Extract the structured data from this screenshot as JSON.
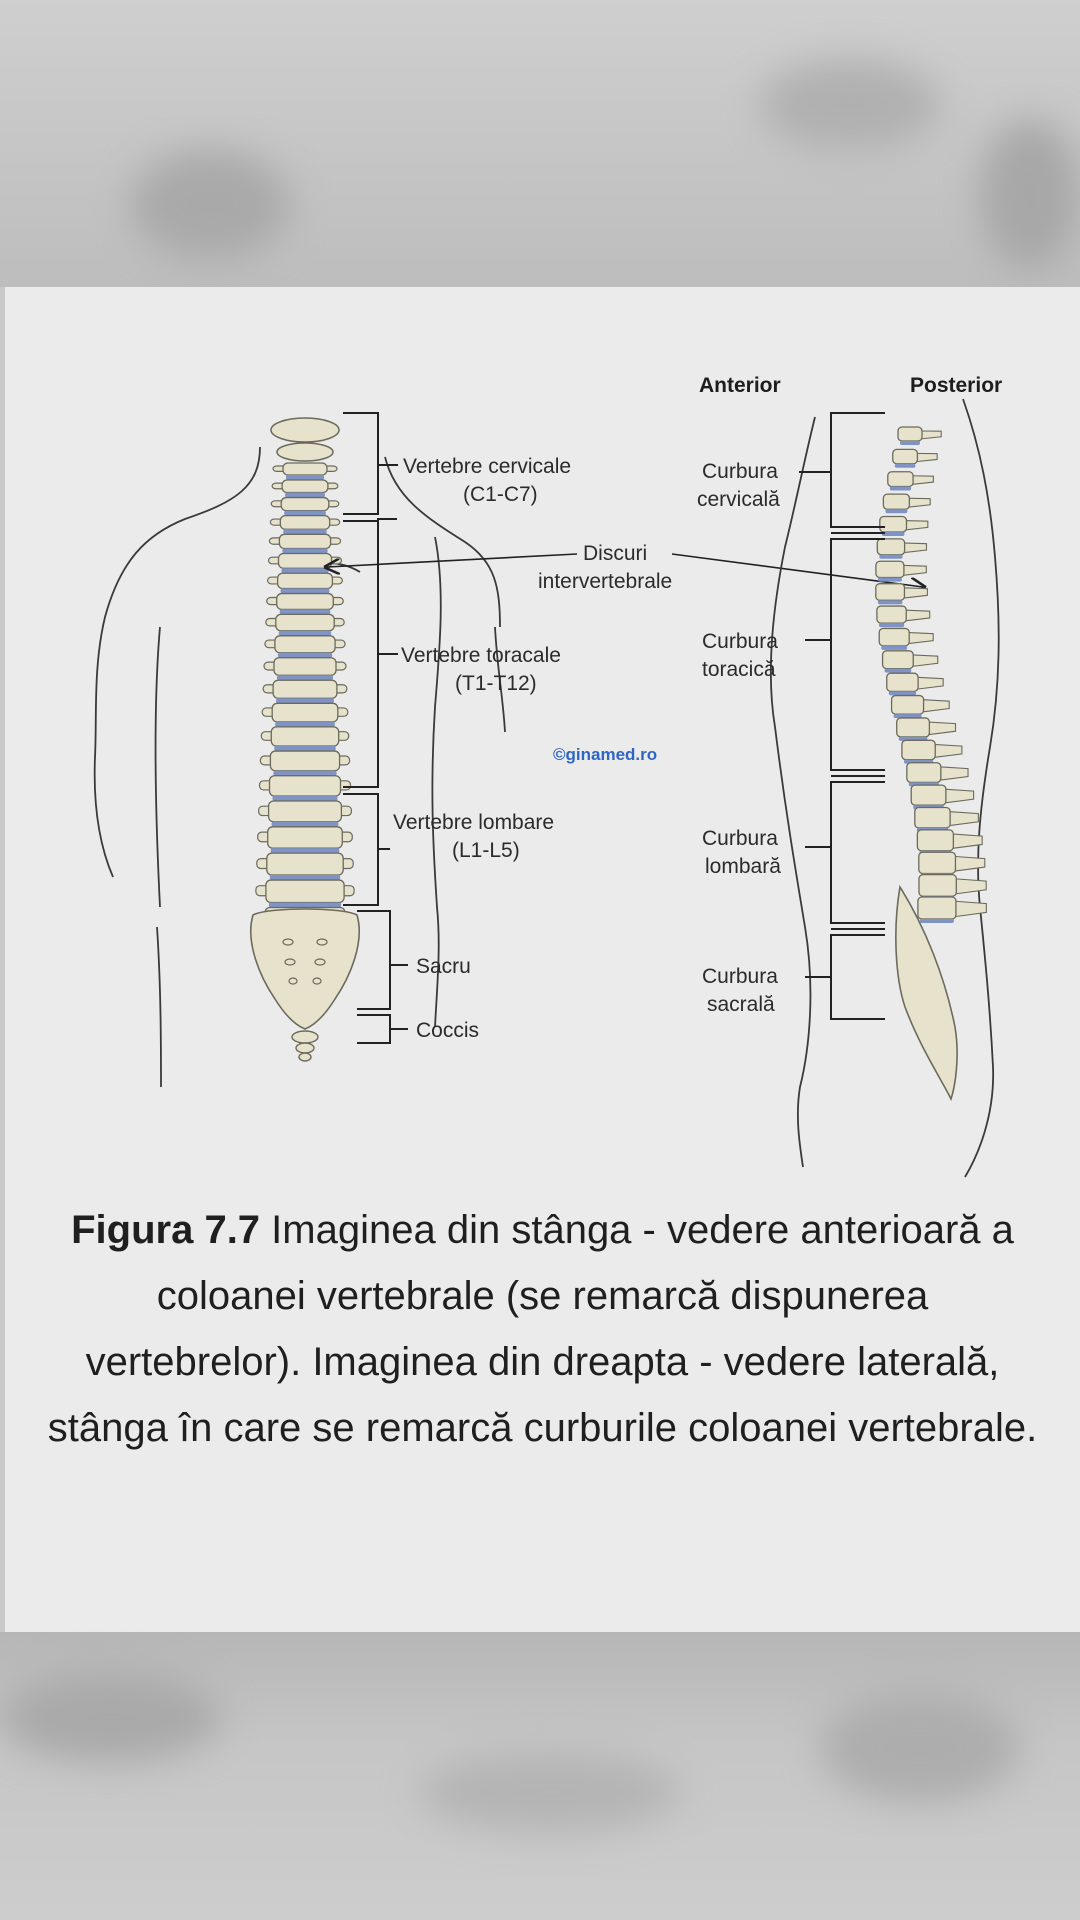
{
  "figure": {
    "header_anterior": "Anterior",
    "header_posterior": "Posterior",
    "credit": "©ginamed.ro",
    "left_labels": {
      "cervical_1": "Vertebre cervicale",
      "cervical_2": "(C1-C7)",
      "discs_1": "Discuri",
      "discs_2": "intervertebrale",
      "thoracic_1": "Vertebre toracale",
      "thoracic_2": "(T1-T12)",
      "lumbar_1": "Vertebre lombare",
      "lumbar_2": "(L1-L5)",
      "sacrum": "Sacru",
      "coccyx": "Coccis"
    },
    "right_labels": {
      "cervical_1": "Curbura",
      "cervical_2": "cervicală",
      "thoracic_1": "Curbura",
      "thoracic_2": "toracică",
      "lumbar_1": "Curbura",
      "lumbar_2": "lombară",
      "sacral_1": "Curbura",
      "sacral_2": "sacrală"
    },
    "colors": {
      "bone": "#e6e2cc",
      "bone_outline": "#6b6a5c",
      "disc": "#7f93c4",
      "credit": "#2f66c2"
    }
  },
  "caption": {
    "bold": "Figura 7.7",
    "text": " Imaginea din stânga - vedere anterioară a coloanei vertebrale (se remarcă dispunerea vertebrelor). Imaginea din dreapta - vedere laterală, stânga în care se remarcă curburile coloanei vertebrale."
  }
}
